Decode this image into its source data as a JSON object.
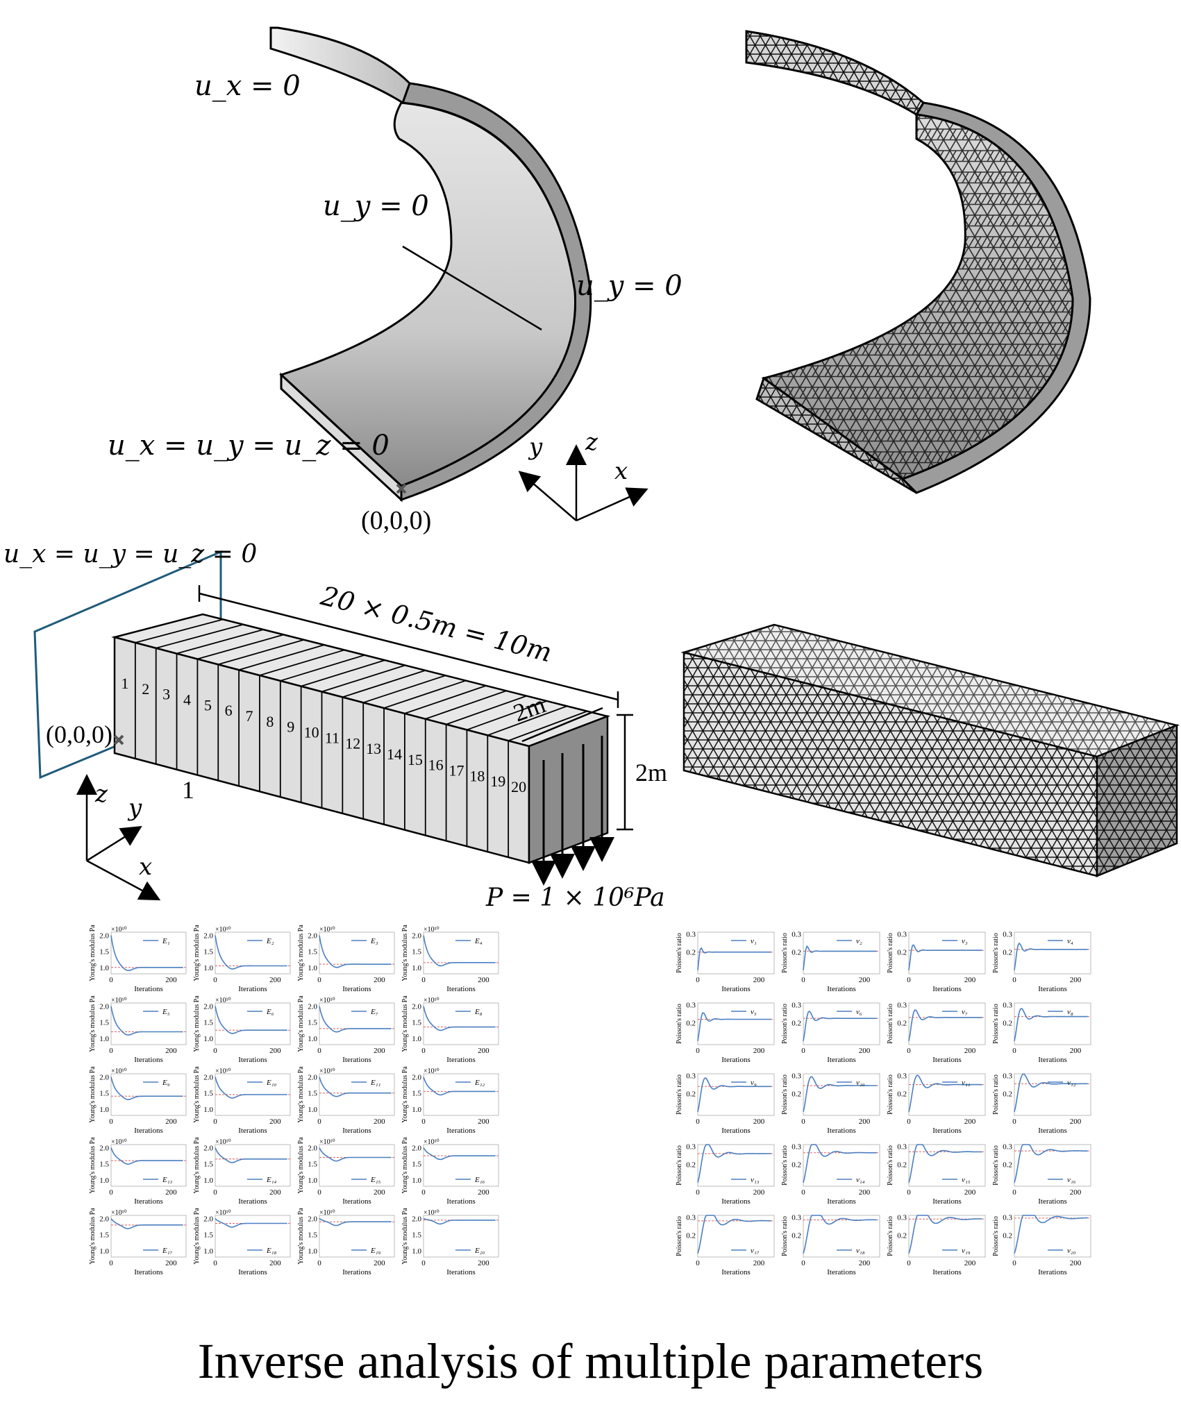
{
  "caption": "Inverse analysis of multiple parameters",
  "curved_model": {
    "bc_top": "u_x = 0",
    "bc_inner": "u_y = 0",
    "bc_side": "u_y = 0",
    "bc_fixed": "u_x = u_y = u_z = 0",
    "origin": "(0,0,0)",
    "axes": {
      "x": "x",
      "y": "y",
      "z": "z"
    }
  },
  "beam_model": {
    "bc_fixed": "u_x = u_y = u_z = 0",
    "length_label": "20 × 0.5m = 10m",
    "width_label": "2m",
    "height_label": "2m",
    "origin": "(0,0,0)",
    "segment_labels": [
      "1",
      "2",
      "3",
      "4",
      "5",
      "6",
      "7",
      "8",
      "9",
      "10",
      "11",
      "12",
      "13",
      "14",
      "15",
      "16",
      "17",
      "18",
      "19",
      "20"
    ],
    "extra_label": "1",
    "load_label": "P = 1 × 10⁶Pa",
    "axes": {
      "x": "x",
      "y": "y",
      "z": "z"
    }
  },
  "chart_data": [
    {
      "type": "line",
      "name": "young-modulus-grid",
      "ylabel": "Young's modulus Pa",
      "xlabel": "Iterations",
      "multiplier": "×10¹⁰",
      "yticks": [
        "1.0",
        "1.5",
        "2.0"
      ],
      "xticks": [
        "0",
        "200"
      ],
      "series_names": [
        "E1",
        "E2",
        "E3",
        "E4",
        "E5",
        "E6",
        "E7",
        "E8",
        "E9",
        "E10",
        "E11",
        "E12",
        "E13",
        "E14",
        "E15",
        "E16",
        "E17",
        "E18",
        "E19",
        "E20"
      ],
      "converged_values": [
        1.0,
        1.05,
        1.1,
        1.15,
        1.2,
        1.25,
        1.3,
        1.35,
        1.4,
        1.45,
        1.5,
        1.55,
        1.6,
        1.65,
        1.7,
        1.75,
        1.8,
        1.85,
        1.9,
        1.95
      ],
      "initial_value": 2.0,
      "ylim": [
        0.8,
        2.1
      ],
      "xlim": [
        0,
        250
      ]
    },
    {
      "type": "line",
      "name": "poisson-ratio-grid",
      "ylabel": "Poisson's ratio",
      "xlabel": "Iterations",
      "yticks": [
        "0.2",
        "0.3"
      ],
      "xticks": [
        "0",
        "200"
      ],
      "series_names": [
        "ν1",
        "ν2",
        "ν3",
        "ν4",
        "ν5",
        "ν6",
        "ν7",
        "ν8",
        "ν9",
        "ν10",
        "ν11",
        "ν12",
        "ν13",
        "ν14",
        "ν15",
        "ν16",
        "ν17",
        "ν18",
        "ν19",
        "ν20"
      ],
      "converged_values": [
        0.2,
        0.205,
        0.21,
        0.215,
        0.22,
        0.225,
        0.23,
        0.235,
        0.24,
        0.245,
        0.25,
        0.255,
        0.26,
        0.265,
        0.27,
        0.275,
        0.28,
        0.285,
        0.29,
        0.295
      ],
      "initial_value": 0.1,
      "ylim": [
        0.08,
        0.31
      ],
      "xlim": [
        0,
        250
      ]
    }
  ],
  "colors": {
    "curve": "#4a7fc1",
    "target": "#e06060",
    "edge": "#000000",
    "boundary_plane": "#1f5b7a",
    "beam_face": "#d9d9d9",
    "beam_dark": "#8c8c8c"
  }
}
